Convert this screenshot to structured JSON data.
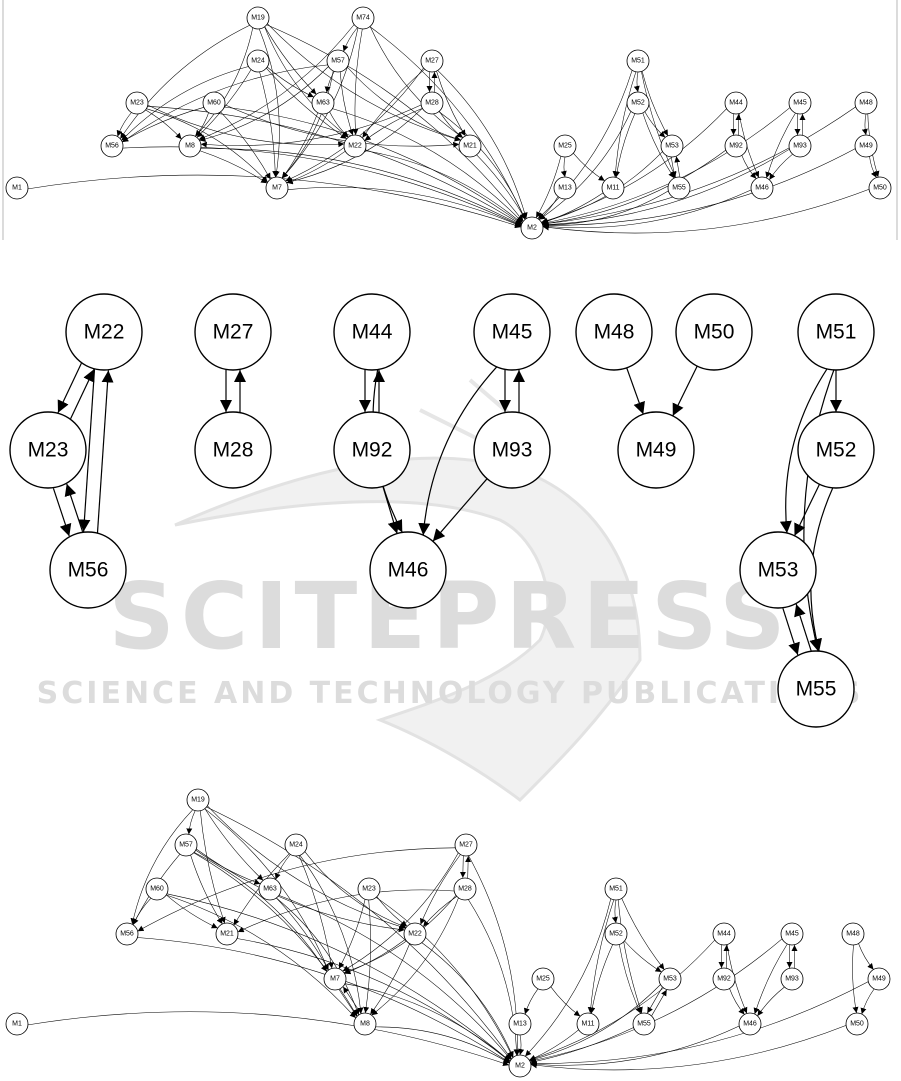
{
  "watermark": {
    "title": "SCITEPRESS",
    "subtitle": "SCIENCE AND TECHNOLOGY PUBLICATIONS",
    "color": "#d9d9d9"
  },
  "graphs": [
    {
      "name": "top",
      "nodes": [
        "M19",
        "M74",
        "M24",
        "M57",
        "M27",
        "M51",
        "M23",
        "M60",
        "M63",
        "M28",
        "M52",
        "M44",
        "M45",
        "M48",
        "M56",
        "M8",
        "M22",
        "M21",
        "M25",
        "M53",
        "M92",
        "M93",
        "M49",
        "M1",
        "M7",
        "M13",
        "M11",
        "M55",
        "M46",
        "M50",
        "M2"
      ],
      "edges": [
        [
          "M19",
          "M56"
        ],
        [
          "M19",
          "M8"
        ],
        [
          "M19",
          "M7"
        ],
        [
          "M19",
          "M63"
        ],
        [
          "M19",
          "M22"
        ],
        [
          "M19",
          "M21"
        ],
        [
          "M19",
          "M2"
        ],
        [
          "M74",
          "M57"
        ],
        [
          "M74",
          "M8"
        ],
        [
          "M74",
          "M7"
        ],
        [
          "M74",
          "M22"
        ],
        [
          "M74",
          "M21"
        ],
        [
          "M74",
          "M2"
        ],
        [
          "M24",
          "M56"
        ],
        [
          "M24",
          "M8"
        ],
        [
          "M24",
          "M7"
        ],
        [
          "M24",
          "M63"
        ],
        [
          "M24",
          "M22"
        ],
        [
          "M57",
          "M56"
        ],
        [
          "M57",
          "M8"
        ],
        [
          "M57",
          "M63"
        ],
        [
          "M57",
          "M7"
        ],
        [
          "M57",
          "M22"
        ],
        [
          "M57",
          "M21"
        ],
        [
          "M27",
          "M28"
        ],
        [
          "M28",
          "M27"
        ],
        [
          "M27",
          "M22"
        ],
        [
          "M27",
          "M7"
        ],
        [
          "M27",
          "M21"
        ],
        [
          "M27",
          "M2"
        ],
        [
          "M23",
          "M56"
        ],
        [
          "M23",
          "M8"
        ],
        [
          "M23",
          "M22"
        ],
        [
          "M23",
          "M7"
        ],
        [
          "M23",
          "M2"
        ],
        [
          "M60",
          "M56"
        ],
        [
          "M60",
          "M8"
        ],
        [
          "M60",
          "M7"
        ],
        [
          "M60",
          "M21"
        ],
        [
          "M60",
          "M2"
        ],
        [
          "M63",
          "M7"
        ],
        [
          "M63",
          "M22"
        ],
        [
          "M63",
          "M2"
        ],
        [
          "M28",
          "M8"
        ],
        [
          "M28",
          "M22"
        ],
        [
          "M28",
          "M21"
        ],
        [
          "M28",
          "M7"
        ],
        [
          "M28",
          "M2"
        ],
        [
          "M56",
          "M2"
        ],
        [
          "M8",
          "M7"
        ],
        [
          "M8",
          "M2"
        ],
        [
          "M22",
          "M7"
        ],
        [
          "M22",
          "M2"
        ],
        [
          "M21",
          "M2"
        ],
        [
          "M7",
          "M2"
        ],
        [
          "M1",
          "M2"
        ],
        [
          "M25",
          "M13"
        ],
        [
          "M25",
          "M11"
        ],
        [
          "M25",
          "M2"
        ],
        [
          "M13",
          "M2"
        ],
        [
          "M11",
          "M2"
        ],
        [
          "M51",
          "M52"
        ],
        [
          "M51",
          "M53"
        ],
        [
          "M51",
          "M55"
        ],
        [
          "M51",
          "M11"
        ],
        [
          "M51",
          "M2"
        ],
        [
          "M52",
          "M53"
        ],
        [
          "M52",
          "M55"
        ],
        [
          "M52",
          "M11"
        ],
        [
          "M52",
          "M2"
        ],
        [
          "M53",
          "M55"
        ],
        [
          "M55",
          "M53"
        ],
        [
          "M53",
          "M2"
        ],
        [
          "M55",
          "M2"
        ],
        [
          "M44",
          "M92"
        ],
        [
          "M92",
          "M44"
        ],
        [
          "M44",
          "M46"
        ],
        [
          "M44",
          "M2"
        ],
        [
          "M92",
          "M46"
        ],
        [
          "M92",
          "M2"
        ],
        [
          "M45",
          "M93"
        ],
        [
          "M93",
          "M45"
        ],
        [
          "M45",
          "M46"
        ],
        [
          "M45",
          "M2"
        ],
        [
          "M93",
          "M46"
        ],
        [
          "M93",
          "M2"
        ],
        [
          "M46",
          "M2"
        ],
        [
          "M48",
          "M49"
        ],
        [
          "M48",
          "M50"
        ],
        [
          "M48",
          "M2"
        ],
        [
          "M49",
          "M50"
        ],
        [
          "M49",
          "M2"
        ],
        [
          "M50",
          "M2"
        ]
      ]
    },
    {
      "name": "middle",
      "nodes": [
        "M22",
        "M27",
        "M44",
        "M45",
        "M48",
        "M50",
        "M51",
        "M23",
        "M28",
        "M92",
        "M93",
        "M49",
        "M52",
        "M56",
        "M46",
        "M53",
        "M55"
      ],
      "edges": [
        [
          "M22",
          "M23"
        ],
        [
          "M23",
          "M22"
        ],
        [
          "M22",
          "M56"
        ],
        [
          "M56",
          "M22"
        ],
        [
          "M23",
          "M56"
        ],
        [
          "M56",
          "M23"
        ],
        [
          "M27",
          "M28"
        ],
        [
          "M28",
          "M27"
        ],
        [
          "M44",
          "M92"
        ],
        [
          "M92",
          "M44"
        ],
        [
          "M44",
          "M46"
        ],
        [
          "M92",
          "M46"
        ],
        [
          "M45",
          "M93"
        ],
        [
          "M93",
          "M45"
        ],
        [
          "M45",
          "M46"
        ],
        [
          "M93",
          "M46"
        ],
        [
          "M48",
          "M49"
        ],
        [
          "M50",
          "M49"
        ],
        [
          "M51",
          "M52"
        ],
        [
          "M51",
          "M53"
        ],
        [
          "M51",
          "M55"
        ],
        [
          "M52",
          "M53"
        ],
        [
          "M52",
          "M55"
        ],
        [
          "M53",
          "M55"
        ],
        [
          "M55",
          "M53"
        ]
      ]
    },
    {
      "name": "bottom",
      "nodes": [
        "M19",
        "M57",
        "M24",
        "M27",
        "M60",
        "M63",
        "M23",
        "M28",
        "M51",
        "M44",
        "M45",
        "M48",
        "M56",
        "M21",
        "M22",
        "M52",
        "M92",
        "M93",
        "M49",
        "M25",
        "M7",
        "M53",
        "M13",
        "M11",
        "M55",
        "M46",
        "M50",
        "M1",
        "M8",
        "M2"
      ],
      "edges": [
        [
          "M19",
          "M57"
        ],
        [
          "M19",
          "M56"
        ],
        [
          "M19",
          "M21"
        ],
        [
          "M19",
          "M63"
        ],
        [
          "M19",
          "M22"
        ],
        [
          "M19",
          "M7"
        ],
        [
          "M19",
          "M2"
        ],
        [
          "M57",
          "M56"
        ],
        [
          "M57",
          "M21"
        ],
        [
          "M57",
          "M63"
        ],
        [
          "M57",
          "M22"
        ],
        [
          "M57",
          "M7"
        ],
        [
          "M57",
          "M8"
        ],
        [
          "M24",
          "M63"
        ],
        [
          "M24",
          "M21"
        ],
        [
          "M24",
          "M22"
        ],
        [
          "M24",
          "M7"
        ],
        [
          "M24",
          "M8"
        ],
        [
          "M27",
          "M28"
        ],
        [
          "M28",
          "M27"
        ],
        [
          "M27",
          "M56"
        ],
        [
          "M27",
          "M22"
        ],
        [
          "M27",
          "M7"
        ],
        [
          "M27",
          "M2"
        ],
        [
          "M60",
          "M56"
        ],
        [
          "M60",
          "M21"
        ],
        [
          "M60",
          "M8"
        ],
        [
          "M60",
          "M2"
        ],
        [
          "M63",
          "M7"
        ],
        [
          "M63",
          "M8"
        ],
        [
          "M63",
          "M2"
        ],
        [
          "M23",
          "M22"
        ],
        [
          "M23",
          "M7"
        ],
        [
          "M23",
          "M8"
        ],
        [
          "M23",
          "M2"
        ],
        [
          "M28",
          "M21"
        ],
        [
          "M28",
          "M22"
        ],
        [
          "M28",
          "M7"
        ],
        [
          "M28",
          "M8"
        ],
        [
          "M28",
          "M2"
        ],
        [
          "M56",
          "M2"
        ],
        [
          "M21",
          "M2"
        ],
        [
          "M22",
          "M7"
        ],
        [
          "M22",
          "M8"
        ],
        [
          "M22",
          "M2"
        ],
        [
          "M7",
          "M8"
        ],
        [
          "M8",
          "M7"
        ],
        [
          "M8",
          "M2"
        ],
        [
          "M7",
          "M2"
        ],
        [
          "M1",
          "M2"
        ],
        [
          "M25",
          "M13"
        ],
        [
          "M25",
          "M11"
        ],
        [
          "M13",
          "M2"
        ],
        [
          "M11",
          "M2"
        ],
        [
          "M51",
          "M52"
        ],
        [
          "M51",
          "M53"
        ],
        [
          "M51",
          "M55"
        ],
        [
          "M51",
          "M11"
        ],
        [
          "M51",
          "M2"
        ],
        [
          "M52",
          "M53"
        ],
        [
          "M52",
          "M55"
        ],
        [
          "M52",
          "M11"
        ],
        [
          "M53",
          "M55"
        ],
        [
          "M55",
          "M53"
        ],
        [
          "M53",
          "M2"
        ],
        [
          "M55",
          "M2"
        ],
        [
          "M44",
          "M92"
        ],
        [
          "M92",
          "M44"
        ],
        [
          "M44",
          "M46"
        ],
        [
          "M92",
          "M46"
        ],
        [
          "M44",
          "M2"
        ],
        [
          "M46",
          "M2"
        ],
        [
          "M45",
          "M93"
        ],
        [
          "M93",
          "M45"
        ],
        [
          "M45",
          "M46"
        ],
        [
          "M93",
          "M46"
        ],
        [
          "M45",
          "M2"
        ],
        [
          "M48",
          "M49"
        ],
        [
          "M48",
          "M50"
        ],
        [
          "M49",
          "M50"
        ],
        [
          "M49",
          "M2"
        ],
        [
          "M50",
          "M2"
        ]
      ]
    }
  ]
}
